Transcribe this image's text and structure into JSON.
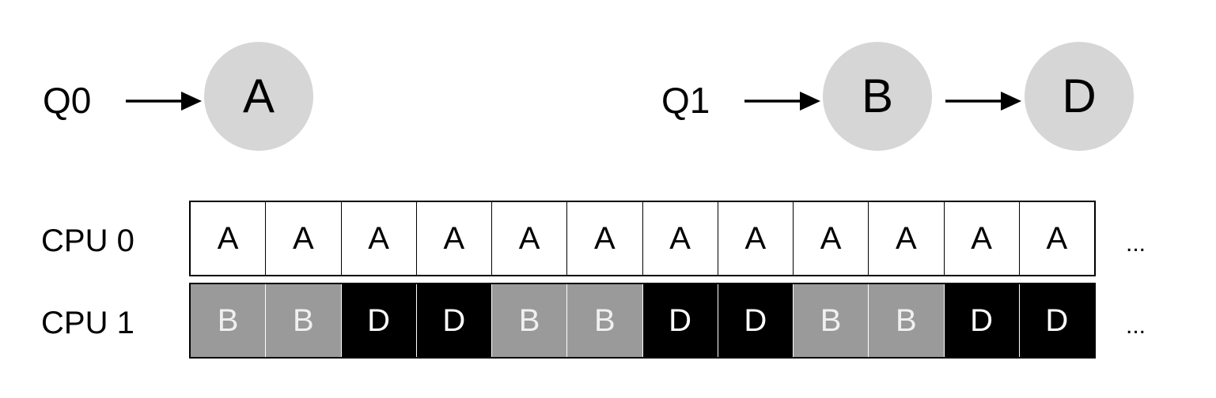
{
  "queues": [
    {
      "label": "Q0",
      "jobs": [
        "A"
      ]
    },
    {
      "label": "Q1",
      "jobs": [
        "B",
        "D"
      ]
    }
  ],
  "cpus": [
    {
      "label": "CPU 0",
      "slots": [
        "A",
        "A",
        "A",
        "A",
        "A",
        "A",
        "A",
        "A",
        "A",
        "A",
        "A",
        "A"
      ],
      "continuation": "..."
    },
    {
      "label": "CPU 1",
      "slots": [
        "B",
        "B",
        "D",
        "D",
        "B",
        "B",
        "D",
        "D",
        "B",
        "B",
        "D",
        "D"
      ],
      "continuation": "..."
    }
  ],
  "colors": {
    "node_fill": "#d6d6d6",
    "job_A_cell": "#ffffff",
    "job_B_cell": "#9a9a9a",
    "job_D_cell": "#000000"
  }
}
